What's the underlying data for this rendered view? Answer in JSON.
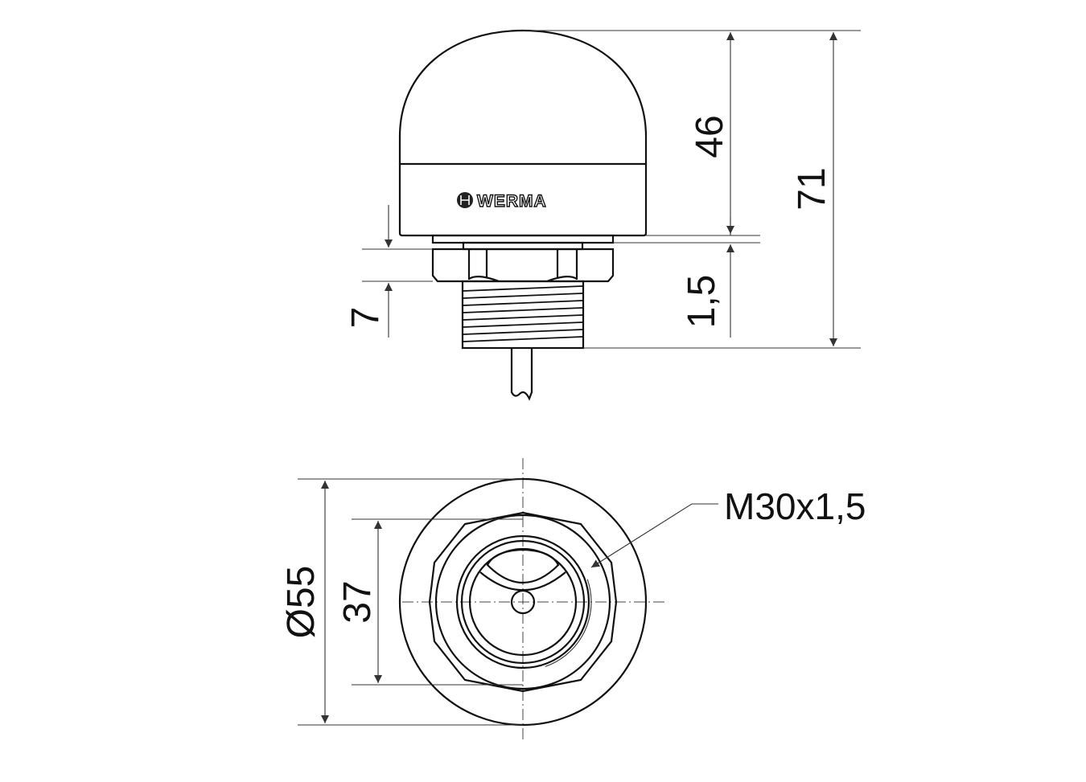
{
  "drawing": {
    "brand": "WERMA",
    "side_view": {
      "dimensions": {
        "dome_height": "46",
        "total_height": "71",
        "flange_gap": "1,5",
        "thread_length": "7"
      }
    },
    "bottom_view": {
      "dimensions": {
        "outer_diameter": "Ø55",
        "nut_width": "37"
      },
      "thread_callout": "M30x1,5"
    }
  },
  "colors": {
    "line": "#111111",
    "dimension_line": "#333333",
    "background": "#ffffff"
  }
}
